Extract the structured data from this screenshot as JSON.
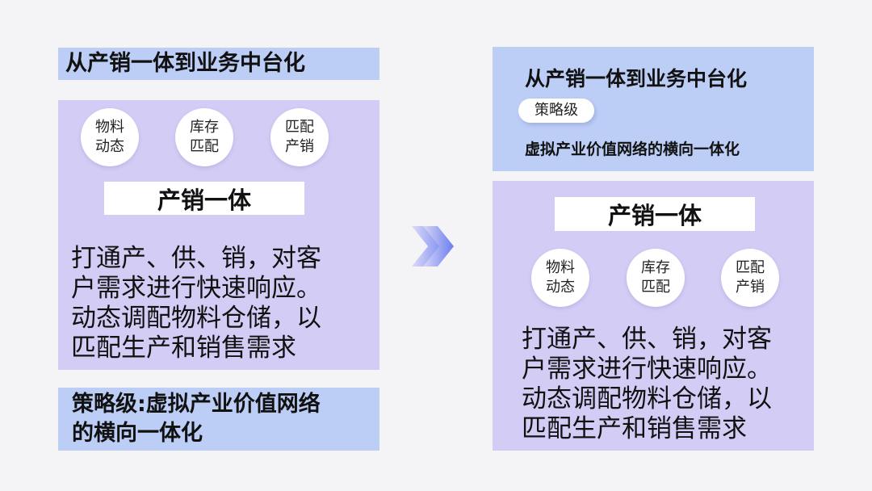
{
  "left": {
    "title": "从产销一体到业务中台化",
    "circles": [
      {
        "line1": "物料",
        "line2": "动态"
      },
      {
        "line1": "库存",
        "line2": "匹配"
      },
      {
        "line1": "匹配",
        "line2": "产销"
      }
    ],
    "label": "产销一体",
    "description": [
      "打通产、供、销，对客",
      "户需求进行快速响应。",
      "动态调配物料仓储，以",
      "匹配生产和销售需求"
    ],
    "strategy": [
      "策略级:虚拟产业价值网络",
      "的横向一体化"
    ]
  },
  "arrow": {
    "icon": "double-chevron-right-icon",
    "colors": [
      "#6a7ef0",
      "#c9c4f4"
    ]
  },
  "right": {
    "title": "从产销一体到业务中台化",
    "badge": "策略级",
    "subtitle": "虚拟产业价值网络的横向一体化",
    "label": "产销一体",
    "circles": [
      {
        "line1": "物料",
        "line2": "动态"
      },
      {
        "line1": "库存",
        "line2": "匹配"
      },
      {
        "line1": "匹配",
        "line2": "产销"
      }
    ],
    "description": [
      "打通产、供、销，对客",
      "户需求进行快速响应。",
      "动态调配物料仓储，以",
      "匹配生产和销售需求"
    ]
  },
  "colors": {
    "blue_box": "#bccdf6",
    "purple_box": "#d3ccf5",
    "background": "#f4f4f7"
  }
}
